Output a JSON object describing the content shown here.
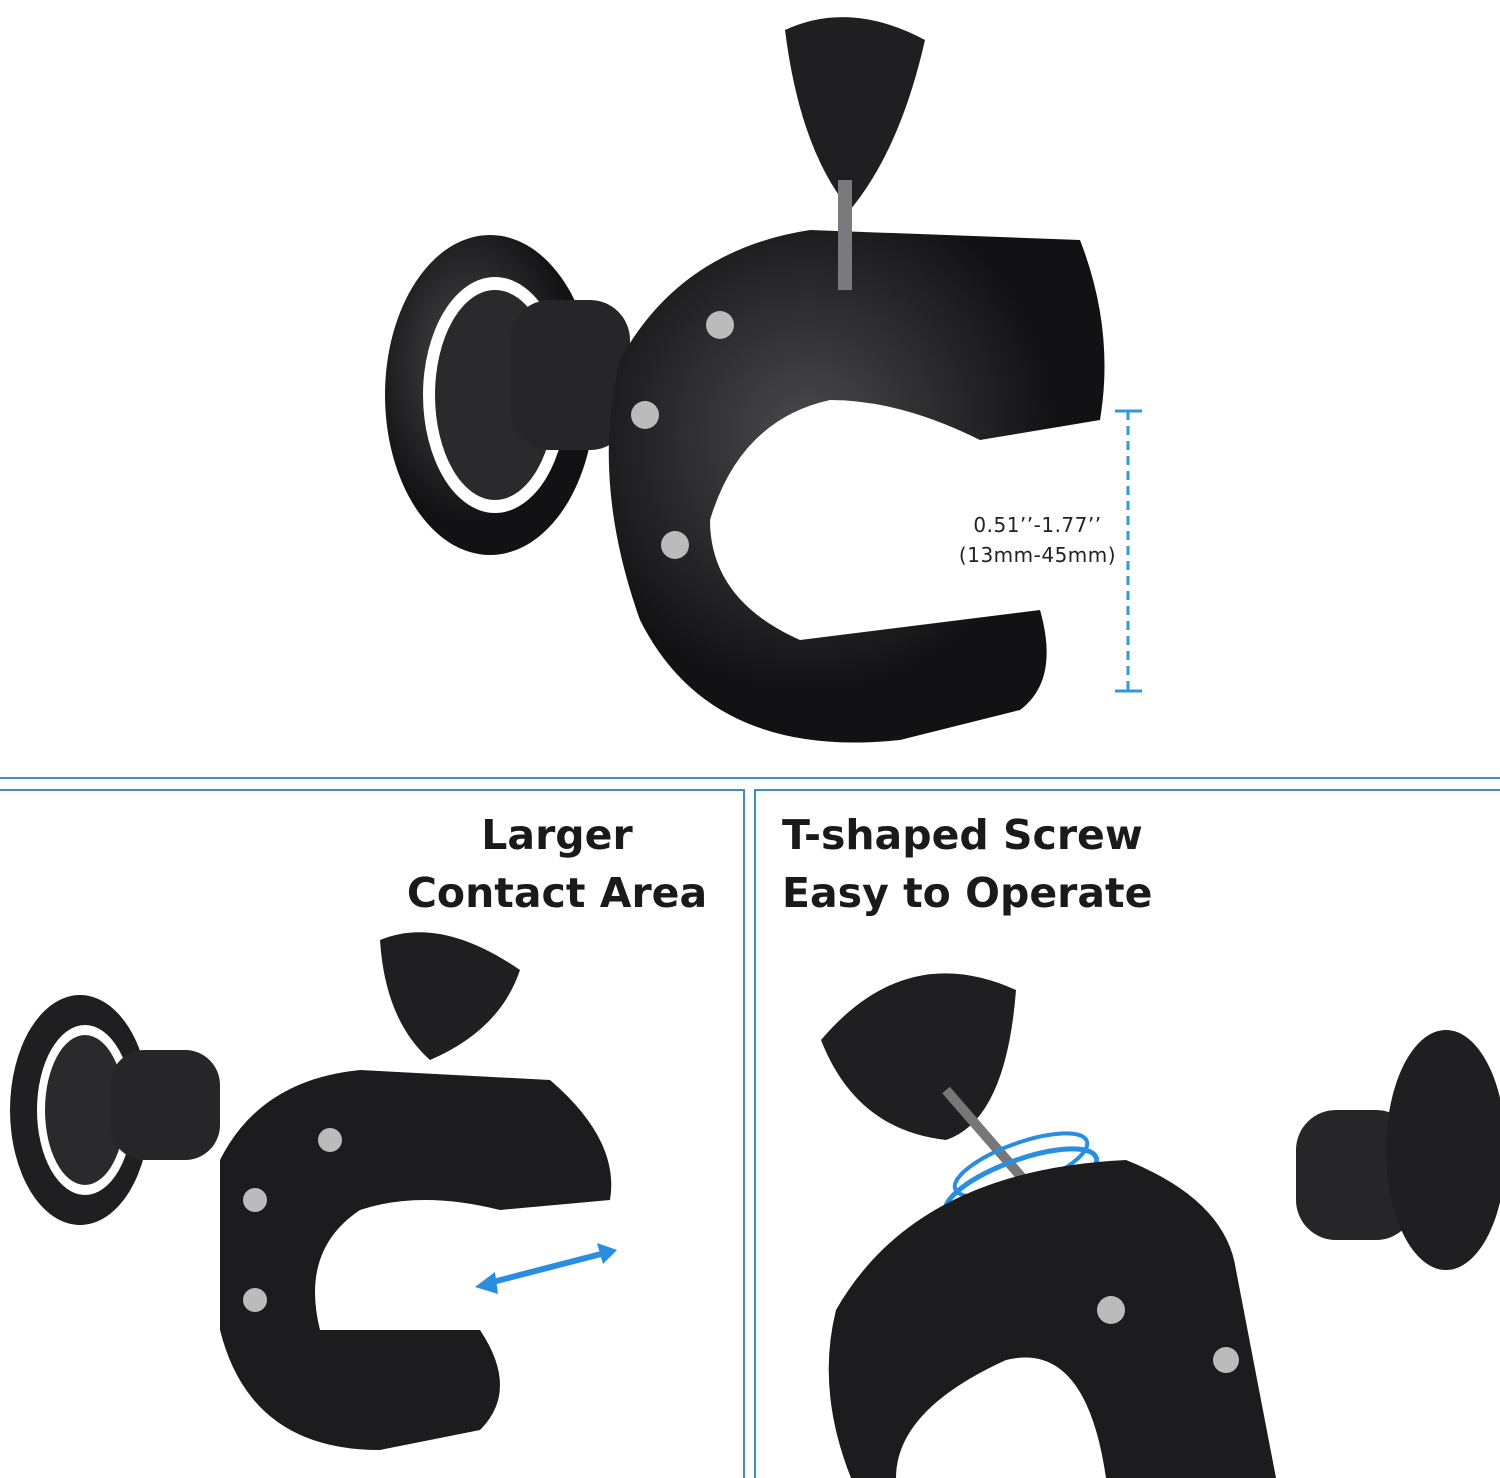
{
  "top": {
    "measurement": {
      "inches": "0.51’’-1.77’’",
      "millimeters": "(13mm-45mm)"
    },
    "accent_color": "#2f9bd6"
  },
  "panels": [
    {
      "title_line1": "Larger",
      "title_line2": "Contact Area"
    },
    {
      "title_line1": "T-shaped Screw",
      "title_line2": "Easy to Operate"
    }
  ],
  "colors": {
    "divider": "#3d8fbf",
    "arrow": "#2a8ee0",
    "product": "#1c1c1e"
  }
}
